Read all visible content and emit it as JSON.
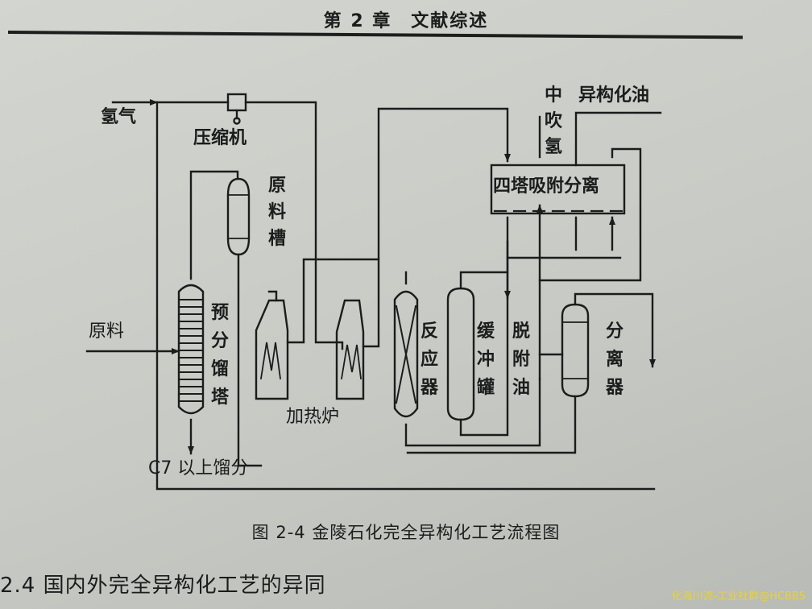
{
  "header": {
    "title": "第 2 章　文献综述"
  },
  "diagram": {
    "labels": {
      "hydrogen": "氢气",
      "compressor": "压缩机",
      "feed_tank": [
        "原",
        "料",
        "槽"
      ],
      "feed": "原料",
      "prefractionator": [
        "预",
        "分",
        "馏",
        "塔"
      ],
      "heater": "加热炉",
      "reactor": [
        "反",
        "应",
        "器"
      ],
      "buffer_tank": [
        "缓",
        "冲",
        "罐"
      ],
      "desorption_oil": [
        "脱",
        "附",
        "油"
      ],
      "separator": [
        "分",
        "离",
        "器"
      ],
      "purge_hydrogen": [
        "中",
        "吹",
        "氢"
      ],
      "isomerate": "异构化油",
      "psa_unit": "四塔吸附分离",
      "c7_fraction": "C7 以上馏分"
    }
  },
  "caption": "图 2-4 金陵石化完全异构化工艺流程图",
  "section_heading": "2.4 国内外完全异构化工艺的异同",
  "watermark": "化海川流-工业社群@HCBBS"
}
